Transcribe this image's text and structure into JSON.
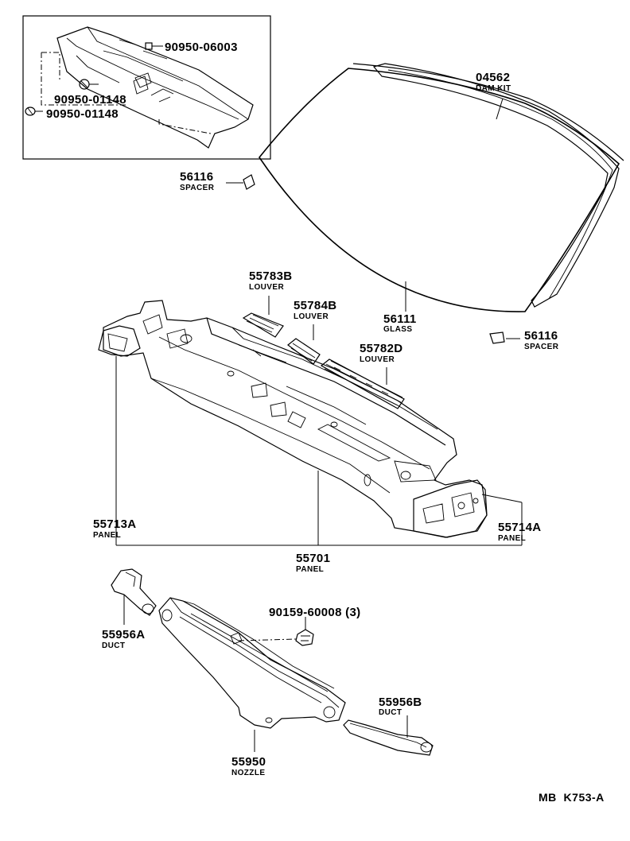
{
  "parts": {
    "p90950_06003": {
      "number": "90950-06003"
    },
    "p90950_01148_a": {
      "number": "90950-01148"
    },
    "p90950_01148_b": {
      "number": "90950-01148"
    },
    "p56116_top": {
      "number": "56116",
      "name": "SPACER"
    },
    "p04562": {
      "number": "04562",
      "name": "DAM KIT"
    },
    "p55783B": {
      "number": "55783B",
      "name": "LOUVER"
    },
    "p55784B": {
      "number": "55784B",
      "name": "LOUVER"
    },
    "p56111": {
      "number": "56111",
      "name": "GLASS"
    },
    "p56116_right": {
      "number": "56116",
      "name": "SPACER"
    },
    "p55782D": {
      "number": "55782D",
      "name": "LOUVER"
    },
    "p55713A": {
      "number": "55713A",
      "name": "PANEL"
    },
    "p55714A": {
      "number": "55714A",
      "name": "PANEL"
    },
    "p55701": {
      "number": "55701",
      "name": "PANEL"
    },
    "p90159": {
      "number": "90159-60008 (3)"
    },
    "p55956A": {
      "number": "55956A",
      "name": "DUCT"
    },
    "p55956B": {
      "number": "55956B",
      "name": "DUCT"
    },
    "p55950": {
      "number": "55950",
      "name": "NOZZLE"
    }
  },
  "reference": "MB  K753-A"
}
